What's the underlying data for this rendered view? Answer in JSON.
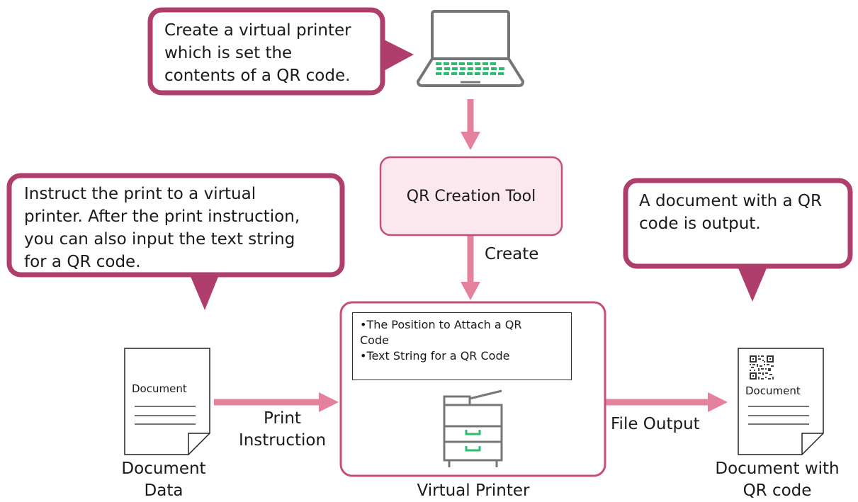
{
  "bubbles": {
    "top": "Create a virtual printer\nwhich is set the\ncontents of a QR code.",
    "left": "Instruct the print to a virtual\nprinter. After the print instruction,\nyou can also input the text string\nfor a QR code.",
    "right": "A document with a QR\ncode is output."
  },
  "qr_tool": {
    "label": "QR Creation Tool"
  },
  "arrows": {
    "create": "Create",
    "print_instruction": "Print\nInstruction",
    "file_output": "File Output"
  },
  "virtual_printer": {
    "settings": [
      "•The Position to Attach a QR\nCode",
      "•Text String for a QR Code"
    ],
    "label": "Virtual Printer"
  },
  "documents": {
    "input": {
      "page_text": "Document",
      "caption": "Document\nData"
    },
    "output": {
      "page_text": "Document",
      "caption": "Document with\nQR code"
    }
  },
  "colors": {
    "bubble_border": "#b03e6c",
    "arrow": "#e4819d",
    "tool_fill": "#fbe8ee",
    "tool_border": "#c54f77",
    "laptop_keys": "#2ebd70",
    "printer_accent": "#2ebd70"
  },
  "icons": [
    "laptop-icon",
    "document-icon",
    "printer-icon",
    "qr-code-icon"
  ]
}
